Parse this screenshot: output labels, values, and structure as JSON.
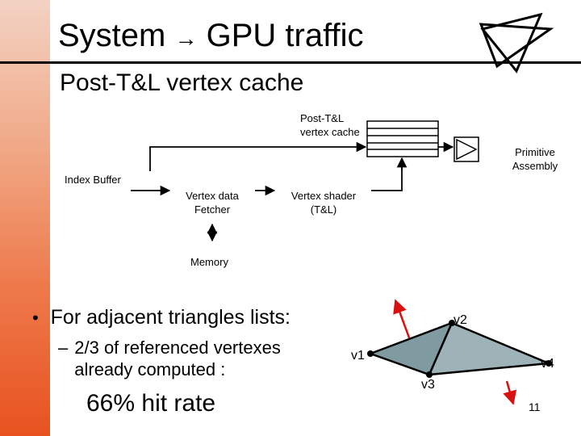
{
  "slide": {
    "title_left": "System",
    "title_arrow": "→",
    "title_right": "GPU traffic",
    "subtitle": "Post-T&L vertex cache",
    "page_number": "11"
  },
  "diagram": {
    "cache_label_line1": "Post-T&L",
    "cache_label_line2": "vertex cache",
    "primitive_line1": "Primitive",
    "primitive_line2": "Assembly",
    "index_buffer": "Index Buffer",
    "fetcher_line1": "Vertex data",
    "fetcher_line2": "Fetcher",
    "shader_line1": "Vertex shader",
    "shader_line2": "(T&L)",
    "memory": "Memory"
  },
  "bullets": {
    "main_marker": "•",
    "main": "For adjacent triangles lists:",
    "sub_marker": "–",
    "sub_line1": "2/3 of referenced vertexes",
    "sub_line2": "already computed :",
    "hit_rate": "66% hit rate"
  },
  "triangles": {
    "v1": "v1",
    "v2": "v2",
    "v3": "v3",
    "v4": "v4"
  },
  "colors": {
    "triangle_fill": "#7f9aa0",
    "arrow_red": "#d81010",
    "accent_orange": "#ee7a4c"
  }
}
